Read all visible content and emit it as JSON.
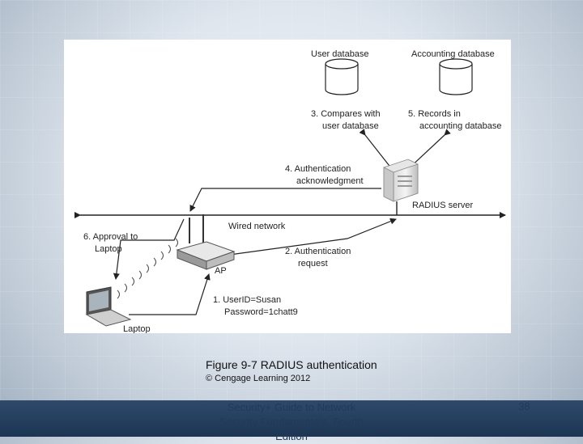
{
  "diagram": {
    "user_db": "User database",
    "accounting_db": "Accounting database",
    "step3_line1": "3. Compares with",
    "step3_line2": "user database",
    "step5_line1": "5. Records in",
    "step5_line2": "accounting database",
    "step4_line1": "4. Authentication",
    "step4_line2": "acknowledgment",
    "radius_server": "RADIUS server",
    "wired_network": "Wired network",
    "step6_line1": "6. Approval to",
    "step6_line2": "Laptop",
    "step2_line1": "2. Authentication",
    "step2_line2": "request",
    "ap": "AP",
    "step1_line1": "1. UserID=Susan",
    "step1_line2": "Password=1chatt9",
    "laptop": "Laptop"
  },
  "caption": "Figure 9-7 RADIUS authentication",
  "credit": "© Cengage Learning 2012",
  "footer": {
    "text": "Security+ Guide to Network\nSecurity Fundamentals, Fourth\nEdition",
    "page_number": "38"
  }
}
